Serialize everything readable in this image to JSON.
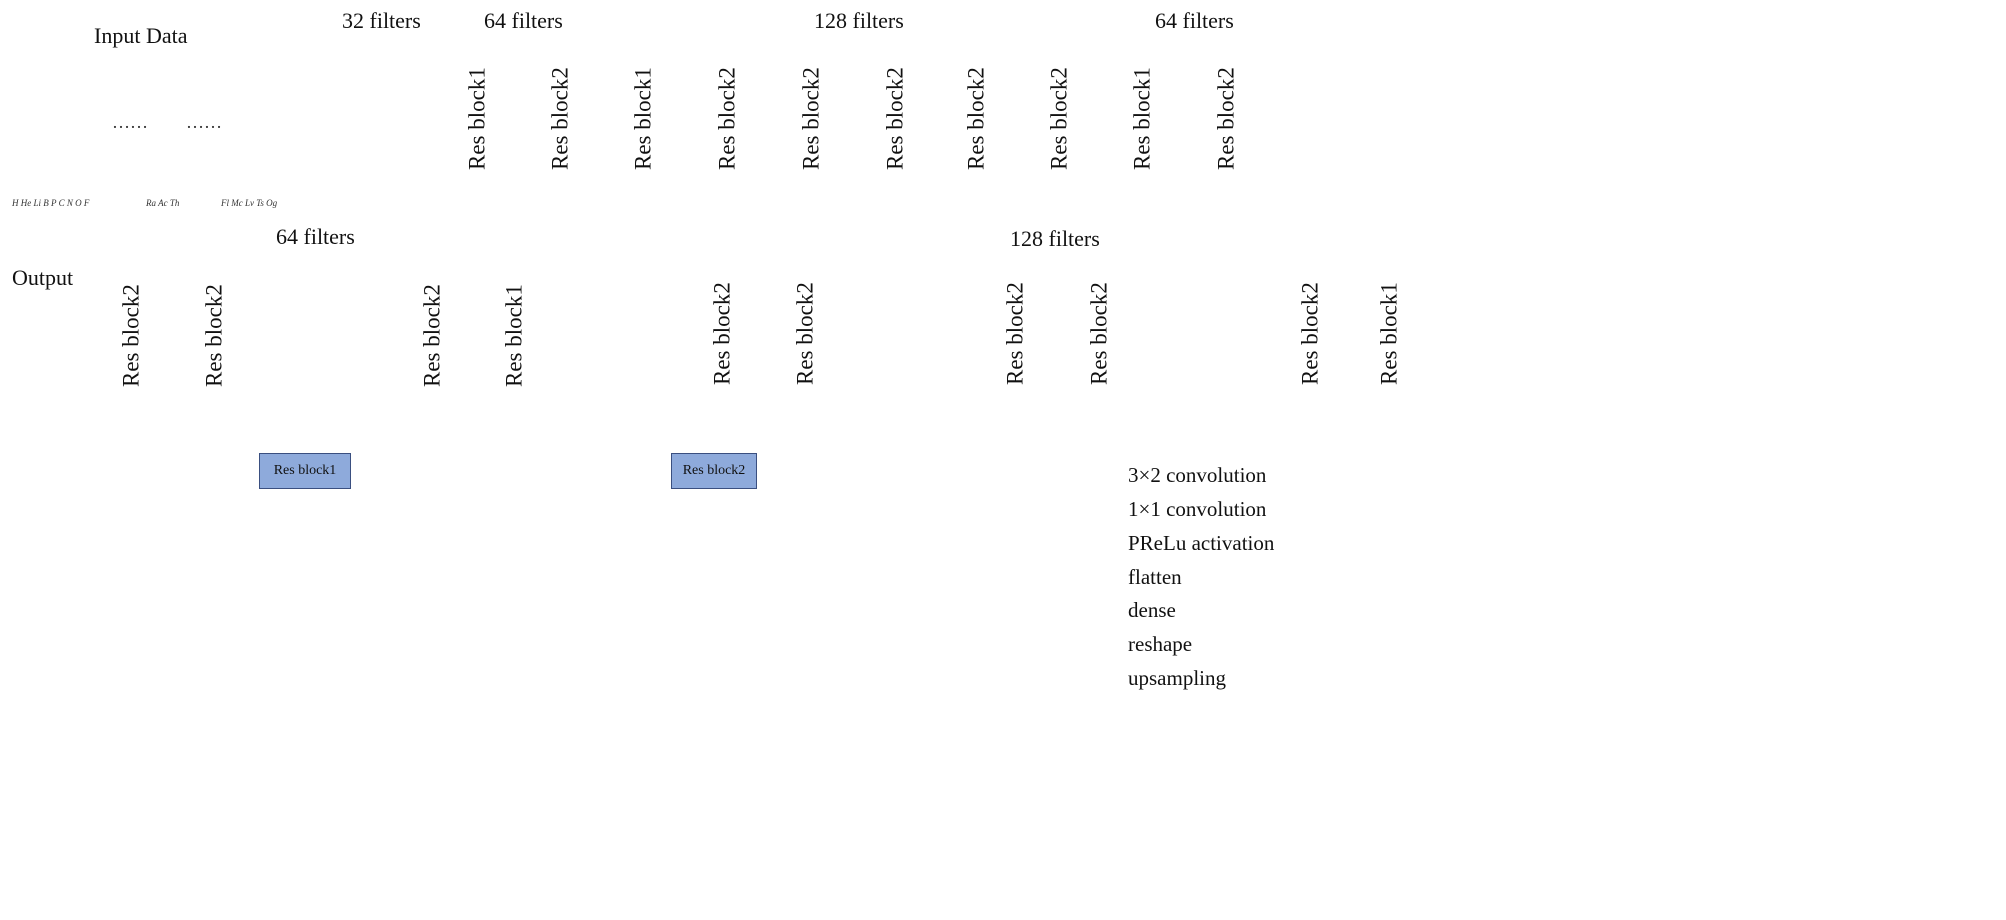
{
  "labels": {
    "input_data": "Input Data",
    "output": "Output",
    "f32": "32 filters",
    "f64_top": "64 filters",
    "f128_top": "128 filters",
    "f64_top_right": "64 filters",
    "f128_bottom": "128 filters",
    "f64_bottom": "64 filters",
    "dots": "……"
  },
  "elements_groups": [
    "H He Li B  P  C  N  O  F",
    "Ra  Ac  Th",
    "Fl  Mc Lv  Ts  Og"
  ],
  "res": {
    "b1": "Res block1",
    "b2": "Res block2"
  },
  "legend": [
    {
      "label": "3×2 convolution",
      "color": "#ee3b1d"
    },
    {
      "label": "1×1 convolution",
      "color": "#f0b419"
    },
    {
      "label": "PReLu activation",
      "color": "#ffff1a"
    },
    {
      "label": "flatten",
      "color": "#2cf02c"
    },
    {
      "label": "dense",
      "color": "#1f73c4"
    },
    {
      "label": "reshape",
      "color": "#7030a0"
    },
    {
      "label": "upsampling",
      "color": "#0a0a1a"
    }
  ],
  "colors": {
    "block_face": "#8eaadb",
    "block_side": "#7286b5",
    "block_top": "#b4c7e7",
    "block_stroke": "#3a4f80"
  }
}
